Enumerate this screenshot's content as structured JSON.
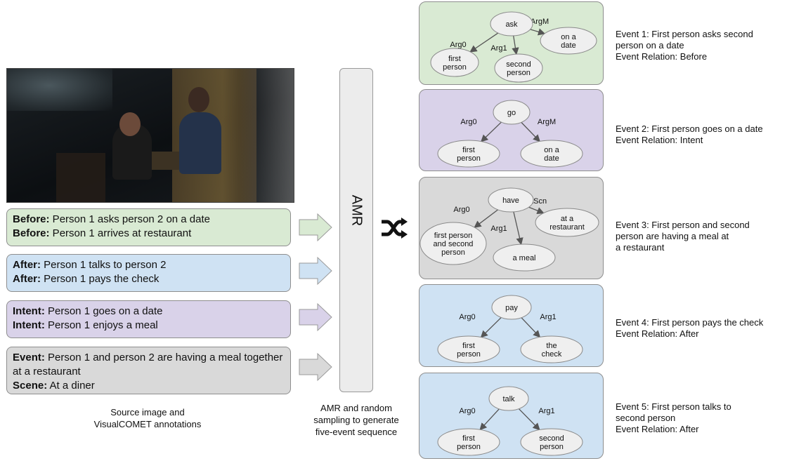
{
  "colors": {
    "green": "#d9ead3",
    "blue": "#cfe2f3",
    "purple": "#d9d2e9",
    "gray": "#d9d9d9",
    "node": "#efefef"
  },
  "annotations": [
    {
      "color": "green",
      "lines": [
        {
          "label": "Before:",
          "text": " Person 1 asks person 2 on a date"
        },
        {
          "label": "Before:",
          "text": " Person 1 arrives at restaurant"
        }
      ]
    },
    {
      "color": "blue",
      "lines": [
        {
          "label": "After:",
          "text": " Person 1 talks to person 2"
        },
        {
          "label": "After:",
          "text": " Person 1 pays the check"
        }
      ]
    },
    {
      "color": "purple",
      "lines": [
        {
          "label": "Intent:",
          "text": " Person 1 goes on a date"
        },
        {
          "label": "Intent:",
          "text": " Person 1 enjoys a meal"
        }
      ]
    },
    {
      "color": "gray",
      "lines": [
        {
          "label": "Event:",
          "text": " Person 1 and person 2 are having a meal together at a restaurant"
        },
        {
          "label": "Scene:",
          "text": " At a diner"
        }
      ]
    }
  ],
  "captions": {
    "source": [
      "Source image and",
      "VisualCOMET annotations"
    ],
    "amr": [
      "AMR and random",
      "sampling to generate",
      "five-event sequence"
    ]
  },
  "amr_label": "AMR",
  "shuffle_icon": "shuffle-icon",
  "events": [
    {
      "color": "green",
      "root": "ask",
      "children": [
        {
          "role": "Arg0",
          "label": [
            "first",
            "person"
          ]
        },
        {
          "role": "Arg1",
          "label": [
            "second",
            "person"
          ]
        },
        {
          "role": "ArgM",
          "label": [
            "on a",
            "date"
          ]
        }
      ],
      "desc": [
        "Event 1: First person asks second",
        "person on a date",
        "Event Relation: Before"
      ]
    },
    {
      "color": "purple",
      "root": "go",
      "children": [
        {
          "role": "Arg0",
          "label": [
            "first",
            "person"
          ]
        },
        {
          "role": "ArgM",
          "label": [
            "on a",
            "date"
          ]
        }
      ],
      "desc": [
        "Event 2: First person goes on a date",
        "Event Relation: Intent"
      ]
    },
    {
      "color": "gray",
      "root": "have",
      "children": [
        {
          "role": "Arg0",
          "label": [
            "first person",
            "and second",
            "person"
          ]
        },
        {
          "role": "Arg1",
          "label": [
            "a meal"
          ]
        },
        {
          "role": "AScn",
          "label": [
            "at a",
            "restaurant"
          ]
        }
      ],
      "desc": [
        "Event 3: First person and second",
        "person are having a meal at",
        "a restaurant"
      ]
    },
    {
      "color": "blue",
      "root": "pay",
      "children": [
        {
          "role": "Arg0",
          "label": [
            "first",
            "person"
          ]
        },
        {
          "role": "Arg1",
          "label": [
            "the",
            "check"
          ]
        }
      ],
      "desc": [
        "Event 4: First person pays the check",
        "Event Relation: After"
      ]
    },
    {
      "color": "blue",
      "root": "talk",
      "children": [
        {
          "role": "Arg0",
          "label": [
            "first",
            "person"
          ]
        },
        {
          "role": "Arg1",
          "label": [
            "second",
            "person"
          ]
        }
      ],
      "desc": [
        "Event 5: First person talks to",
        "second person",
        "Event Relation: After"
      ]
    }
  ]
}
